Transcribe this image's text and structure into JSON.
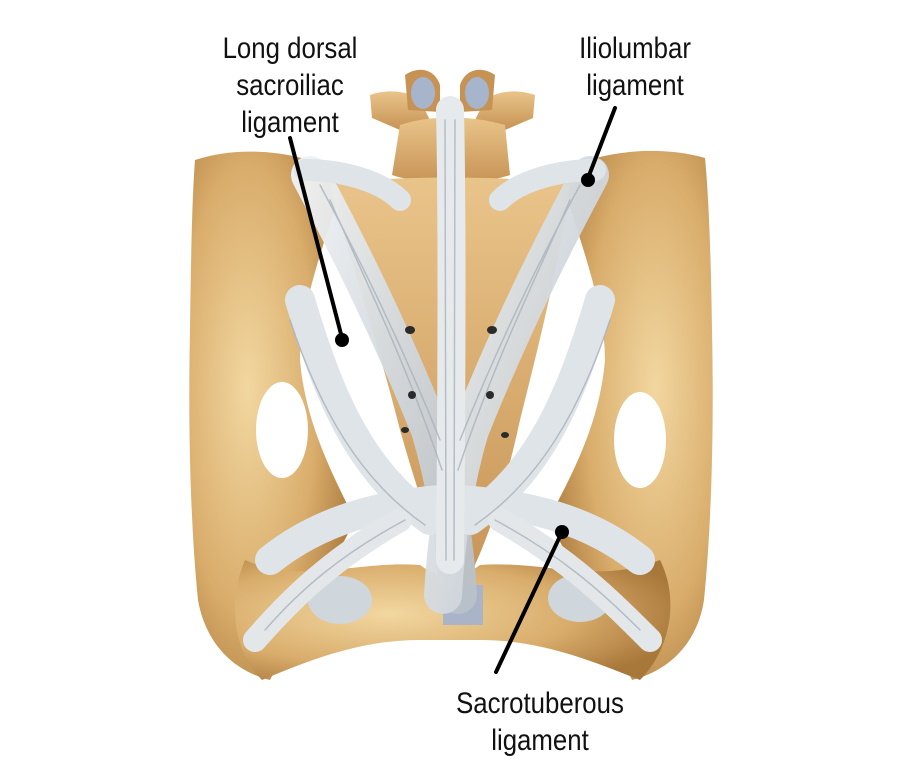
{
  "colors": {
    "bone": "#d9ad6c",
    "bone_dark": "#a87a3a",
    "bone_light": "#f0d9a8",
    "ligament": "#dfe4e8",
    "ligament_shade": "#a9b3bc",
    "cartilage": "#aeb8cf",
    "label_text": "#111111",
    "background": "#ffffff"
  },
  "labels": {
    "long_dorsal": [
      "Long dorsal",
      "sacroiliac",
      "ligament"
    ],
    "iliolumbar": [
      "Iliolumbar",
      "ligament"
    ],
    "sacrotuberous": [
      "Sacrotuberous",
      "ligament"
    ]
  }
}
